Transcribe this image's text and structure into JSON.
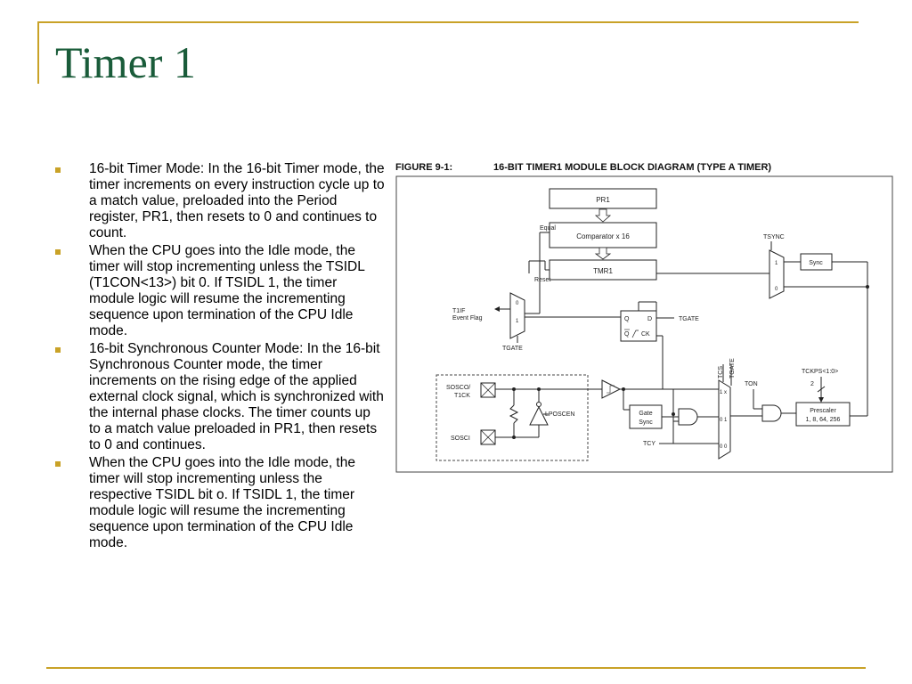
{
  "slide": {
    "title": "Timer 1",
    "bullets": [
      "16-bit Timer Mode: In the 16-bit Timer mode, the timer increments on every instruction cycle up to a match value, preloaded into the Period register, PR1, then resets to 0 and continues to count.",
      "When the CPU goes into the Idle mode, the timer will stop incrementing unless the TSIDL (T1CON<13>) bit 0. If TSIDL 1, the timer module logic will resume the incrementing sequence upon termination of the CPU Idle mode.",
      "16-bit Synchronous Counter Mode: In the 16-bit Synchronous Counter mode, the timer increments on the rising edge of the applied external clock signal, which is synchronized with the internal phase clocks. The timer counts up to a match value preloaded in PR1, then resets to 0 and continues.",
      "When the CPU goes into the Idle mode, the timer will stop incrementing unless the respective TSIDL bit o. If TSIDL 1, the timer module logic will resume the incrementing sequence upon termination of the CPU Idle mode."
    ]
  },
  "figure": {
    "number": "FIGURE 9-1:",
    "title": "16-BIT TIMER1 MODULE BLOCK DIAGRAM (TYPE A TIMER)",
    "labels": {
      "pr1": "PR1",
      "comparator": "Comparator x 16",
      "tmr1": "TMR1",
      "equal": "Equal",
      "reset": "Reset",
      "tsync": "TSYNC",
      "sync": "Sync",
      "t1if_1": "T1IF",
      "t1if_2": "Event Flag",
      "tgate_mux": "TGATE",
      "tgate_ff": "TGATE",
      "ff_q": "Q",
      "ff_d": "D",
      "ff_qbar": "Q",
      "ff_ck": "CK",
      "tcs": "TCS",
      "tgate_vert": "TGATE",
      "ton": "TON",
      "tckps": "TCKPS<1:0>",
      "tckps_width": "2",
      "sosco_1": "SOSCO/",
      "sosco_2": "T1CK",
      "sosci": "SOSCI",
      "lposcen": "LPOSCEN",
      "gate_sync_1": "Gate",
      "gate_sync_2": "Sync",
      "tcy": "TCY",
      "prescaler_1": "Prescaler",
      "prescaler_2": "1, 8, 64, 256",
      "mux_1x": "1 x",
      "mux_01": "0 1",
      "mux_00": "0 0",
      "tsync_1": "1",
      "tsync_0": "0",
      "event_0": "0",
      "event_1": "1"
    }
  }
}
